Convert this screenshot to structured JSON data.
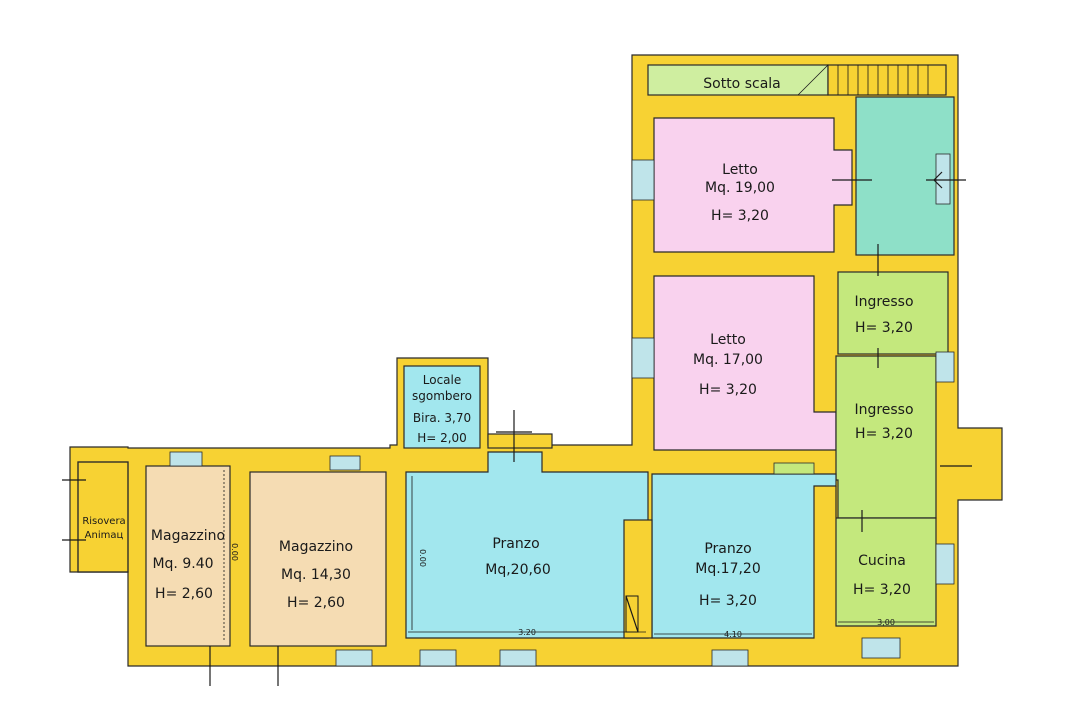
{
  "colors": {
    "wall": "#f7d233",
    "bedroom": "#f9d2ee",
    "living": "#a2e7ee",
    "storage": "#f5dcb3",
    "entrance": "#c4e87d",
    "stair_hall": "#8ee0c8",
    "under_stairs": "#cfeea0",
    "window": "#bfe4ea"
  },
  "rooms": {
    "sotto_scala": {
      "name": "Sotto scala"
    },
    "letto_1": {
      "name": "Letto",
      "area": "Mq. 19,00",
      "height": "H= 3,20"
    },
    "letto_2": {
      "name": "Letto",
      "area": "Mq. 17,00",
      "height": "H= 3,20"
    },
    "ingresso_1": {
      "name": "Ingresso",
      "height": "H= 3,20"
    },
    "ingresso_2": {
      "name": "Ingresso",
      "height": "H= 3,20"
    },
    "locale_sgombero": {
      "name_line1": "Locale",
      "name_line2": "sgombero",
      "area": "Bira. 3,70",
      "height": "H= 2,00"
    },
    "pranzo_1": {
      "name": "Pranzo",
      "area": "Mq,20,60"
    },
    "pranzo_2": {
      "name": "Pranzo",
      "area": "Mq.17,20",
      "height": "H= 3,20"
    },
    "cucina": {
      "name": "Cucina",
      "height": "H= 3,20"
    },
    "magazzino_1": {
      "name": "Magazzino",
      "area": "Mq. 9.40",
      "height": "H= 2,60"
    },
    "magazzino_2": {
      "name": "Magazzino",
      "area": "Mq. 14,30",
      "height": "H= 2,60"
    },
    "ricovero": {
      "name_line1": "Risovera",
      "name_line2": "Animaц"
    }
  },
  "dimensions": {
    "pranzo_1_width": "3.20",
    "pranzo_2_width": "4.10",
    "cucina_width": "3,00",
    "magazzino_1_height": "0.00",
    "pranzo_1_height": "0.00"
  }
}
